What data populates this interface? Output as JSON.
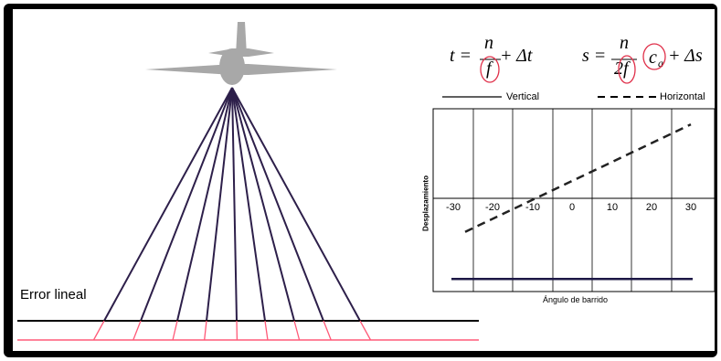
{
  "label_error": "Error lineal",
  "formula_t": {
    "lhs": "t =",
    "num": "n",
    "den": "f",
    "rest": "+ Δt"
  },
  "formula_s": {
    "lhs": "s =",
    "num": "n",
    "den": "2f",
    "ca": "c",
    "ca_sub": "a",
    "rest": "+ Δs"
  },
  "legend": {
    "vertical": "Vertical",
    "horizontal": "Horizontal"
  },
  "chart_data": {
    "type": "line",
    "xlabel": "Ángulo de barrido",
    "ylabel": "Desplazamiento",
    "categories": [
      "-30",
      "-20",
      "-10",
      "0",
      "10",
      "20",
      "30"
    ],
    "series": [
      {
        "name": "Vertical",
        "style": "solid",
        "x": [
          -30,
          30
        ],
        "y": [
          -0.6,
          -0.6
        ]
      },
      {
        "name": "Horizontal",
        "style": "dashed",
        "x": [
          -30,
          30
        ],
        "y": [
          -0.25,
          0.55
        ]
      }
    ]
  },
  "colors": {
    "ray": "#2d1f4a",
    "ground_black": "#000000",
    "ground_red": "#ff5a78",
    "circle": "#e0304a",
    "vertical_line": "#1d1846"
  }
}
